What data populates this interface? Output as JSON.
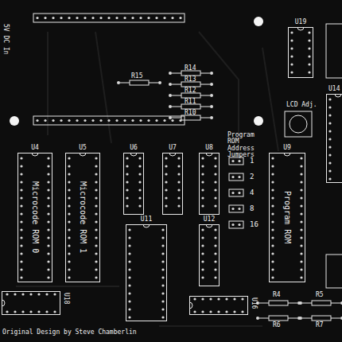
{
  "diagram": {
    "nodes": [
      {
        "text": [
          "U19"
        ]
      },
      {
        "text": [
          "U14"
        ]
      },
      {
        "text": [
          "U4",
          "Microcode ROM 0"
        ]
      },
      {
        "text": [
          "U5",
          "Microcode ROM 1"
        ]
      },
      {
        "text": [
          "U6"
        ]
      },
      {
        "text": [
          "U7"
        ]
      },
      {
        "text": [
          "U8"
        ]
      },
      {
        "text": [
          "U9",
          "Program ROM"
        ]
      },
      {
        "text": [
          "U11"
        ]
      },
      {
        "text": [
          "U12"
        ]
      },
      {
        "text": [
          "U16"
        ]
      },
      {
        "text": [
          "U18"
        ]
      }
    ],
    "labels": [
      "5V DC In",
      "R15",
      "R14",
      "R13",
      "R12",
      "R11",
      "R10",
      "LCD Adj.",
      "Program ROM Address Jumpers",
      "1",
      "2",
      "4",
      "8",
      "16",
      "R4",
      "R5",
      "R6",
      "R7",
      "Original Design by Steve Chamberlin"
    ]
  }
}
